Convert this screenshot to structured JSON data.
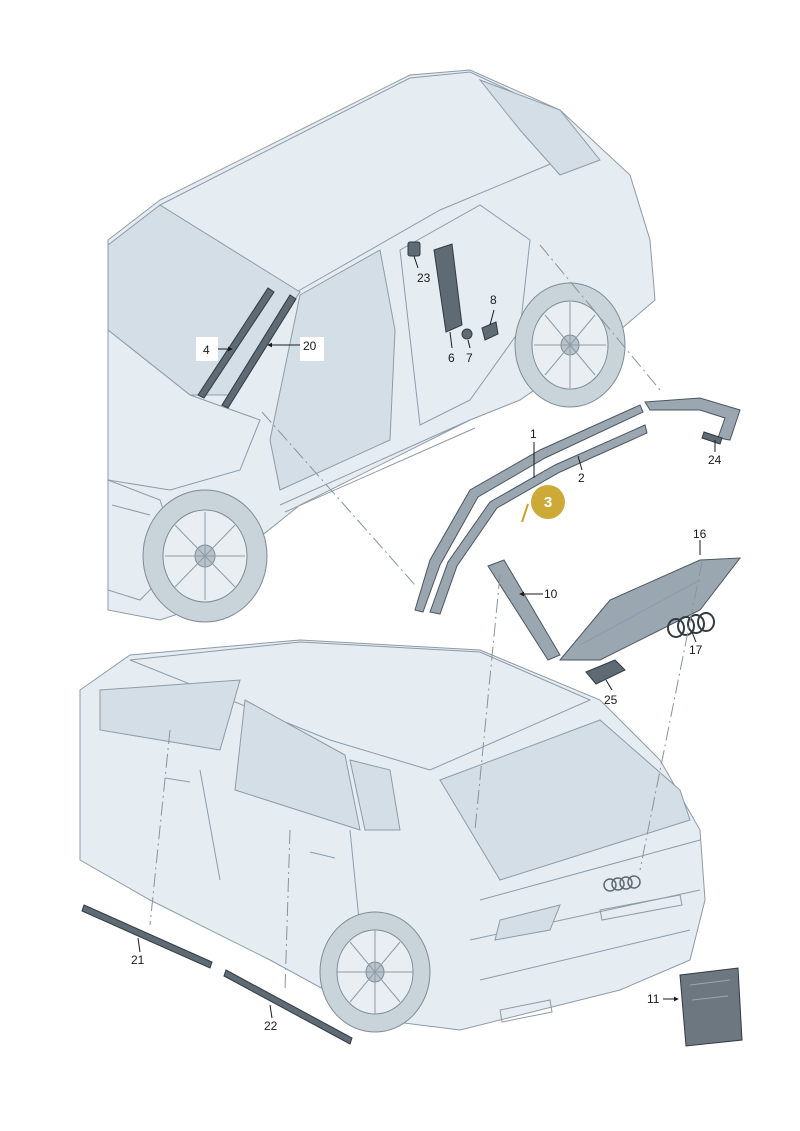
{
  "callouts": {
    "c1": "1",
    "c2": "2",
    "c4": "4",
    "c6": "6",
    "c7": "7",
    "c8": "8",
    "c10": "10",
    "c11": "11",
    "c16": "16",
    "c17": "17",
    "c20": "20",
    "c21": "21",
    "c22": "22",
    "c23": "23",
    "c24": "24",
    "c25": "25"
  },
  "highlight": {
    "label": "3",
    "color": "#c9a227"
  },
  "colors": {
    "body": "#e6edf2",
    "line": "#8e9ba6",
    "part": "#9aa6b0"
  }
}
